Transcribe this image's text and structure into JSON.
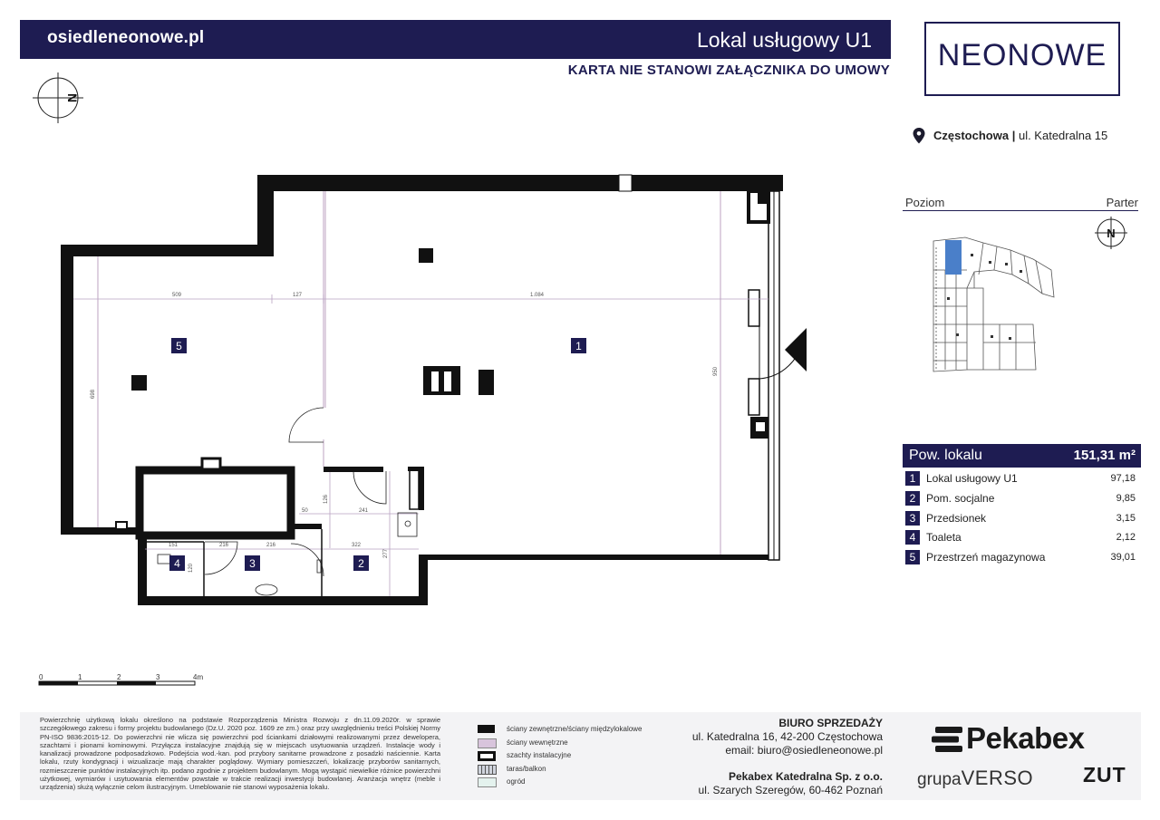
{
  "header": {
    "site_url": "osiedleneonowe.pl",
    "unit_title": "Lokal usługowy U1",
    "disclaimer": "KARTA NIE STANOWI ZAŁĄCZNIKA DO UMOWY",
    "logo_text": "NEONOWE"
  },
  "location": {
    "city": "Częstochowa",
    "separator": "|",
    "street": "ul. Katedralna 15",
    "icon": "location-pin-icon"
  },
  "level": {
    "label": "Poziom",
    "value": "Parter",
    "compass_letter": "N"
  },
  "plan": {
    "compass_letter": "N",
    "room_labels": [
      "1",
      "2",
      "3",
      "4",
      "5"
    ],
    "dimensions": [
      "509",
      "127",
      "1.084",
      "698",
      "950",
      "50",
      "241",
      "322",
      "151",
      "216",
      "120",
      "216",
      "277",
      "126"
    ],
    "scale_ticks": [
      "0",
      "1",
      "2",
      "3",
      "4m"
    ]
  },
  "area": {
    "label": "Pow. lokalu",
    "total": "151,31 m²",
    "rooms": [
      {
        "num": "1",
        "name": "Lokal usługowy U1",
        "area": "97,18"
      },
      {
        "num": "2",
        "name": "Pom. socjalne",
        "area": "9,85"
      },
      {
        "num": "3",
        "name": "Przedsionek",
        "area": "3,15"
      },
      {
        "num": "4",
        "name": "Toaleta",
        "area": "2,12"
      },
      {
        "num": "5",
        "name": "Przestrzeń magazynowa",
        "area": "39,01"
      }
    ]
  },
  "footer": {
    "legal": "Powierzchnię użytkową lokalu określono na podstawie Rozporządzenia Ministra Rozwoju z dn.11.09.2020r. w sprawie szczegółowego zakresu i formy projektu budowlanego (Dz.U. 2020 poz. 1609 ze zm.) oraz przy uwzględnieniu treści Polskiej Normy PN-ISO 9836:2015-12. Do powierzchni nie wlicza się powierzchni pod ściankami działowymi realizowanymi przez dewelopera, szachtami i pionami kominowymi. Przyłącza instalacyjne znajdują się w miejscach usytuowania urządzeń. Instalacje wody i kanalizacji prowadzone podposadzkowo. Podejścia wod.-kan. pod przybory sanitarne prowadzone z posadzki naściennie. Karta lokalu, rzuty kondygnacji i wizualizacje mają charakter poglądowy. Wymiary pomieszczeń, lokalizację przyborów sanitarnych, rozmieszczenie punktów instalacyjnych itp. podano zgodnie z projektem budowlanym. Mogą wystąpić niewielkie różnice powierzchni użytkowej, wymiarów i usytuowania elementów powstałe w trakcie realizacji inwestycji budowlanej. Aranżacja wnętrz (meble i urządzenia) służą wyłącznie celom ilustracyjnym. Umeblowanie nie stanowi wyposażenia lokalu.",
    "legend": [
      {
        "label": "ściany zewnętrzne/ściany międzylokalowe",
        "color": "#111111"
      },
      {
        "label": "ściany wewnętrzne",
        "color": "#d8c4dc"
      },
      {
        "label": "szachty instalacyjne",
        "color": "#ffffff"
      },
      {
        "label": "taras/balkon",
        "color": "#cfd3dc"
      },
      {
        "label": "ogród",
        "color": "#e4f2ee"
      }
    ],
    "office_title": "BIURO SPRZEDAŻY",
    "office_address": "ul. Katedralna 16, 42-200 Częstochowa",
    "office_email": "email: biuro@osiedleneonowe.pl",
    "company_name": "Pekabex Katedralna Sp. z o.o.",
    "company_address": "ul. Szarych Szeregów, 60-462 Poznań",
    "brand_pekabex": "Pekabex",
    "brand_grupa": "grupa",
    "brand_verso": "VERSO",
    "brand_zut": "ZUT"
  },
  "colors": {
    "navy": "#1e1c52",
    "wall": "#111111",
    "dimension_line": "#b9a3c2",
    "site_highlight": "#4a7fc9"
  }
}
